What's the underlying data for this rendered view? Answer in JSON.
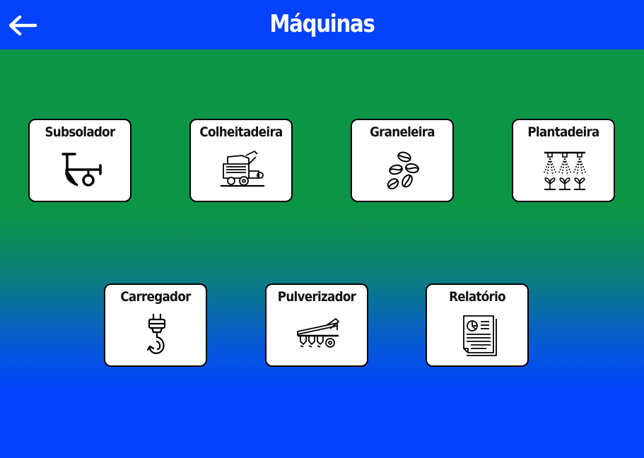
{
  "header": {
    "title": "Máquinas",
    "back_icon": "arrow-left-icon",
    "background": "#0342fb"
  },
  "colors": {
    "green": "#0c9547",
    "blue": "#0340ff",
    "card_bg": "#ffffff",
    "card_border": "#000000"
  },
  "cards": [
    {
      "label": "Subsolador",
      "icon": "subsoiler-icon"
    },
    {
      "label": "Colheitadeira",
      "icon": "harvester-icon"
    },
    {
      "label": "Graneleira",
      "icon": "grain-icon"
    },
    {
      "label": "Plantadeira",
      "icon": "planter-icon"
    },
    {
      "label": "Carregador",
      "icon": "crane-hook-icon"
    },
    {
      "label": "Pulverizador",
      "icon": "sprayer-icon"
    },
    {
      "label": "Relatório",
      "icon": "report-icon"
    }
  ]
}
